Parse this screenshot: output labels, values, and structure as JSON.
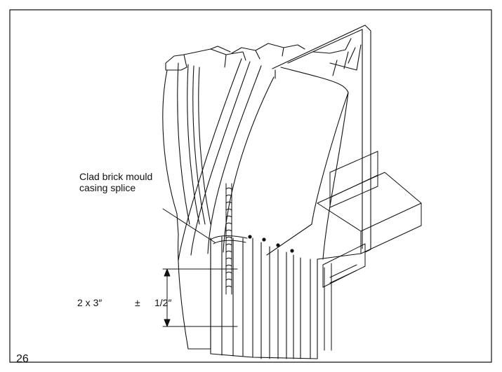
{
  "diagram": {
    "callout": {
      "line1": "Clad brick mould",
      "line2": "casing splice"
    },
    "dimension": {
      "value": "2 x 3″",
      "tolerance_sign": "±",
      "tolerance": "1/2″"
    },
    "figure_number": "26"
  },
  "colors": {
    "line": "#111111",
    "background": "#ffffff",
    "hatch": "#444444"
  }
}
